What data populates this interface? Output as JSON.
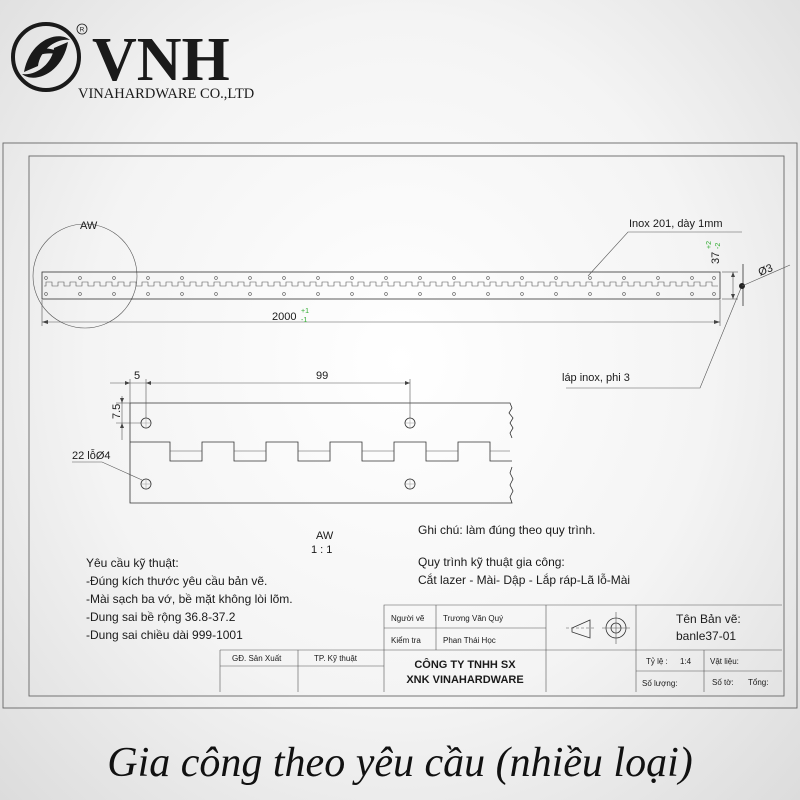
{
  "brand": {
    "logo_mark": "VNH",
    "registered": "R",
    "name": "VNH",
    "subtitle": "VINAHARDWARE CO.,LTD"
  },
  "drawing": {
    "detail_label": "AW",
    "material_note": "Inox 201, dày 1mm",
    "dim_height": "37",
    "dim_height_tol_plus": "+2",
    "dim_height_tol_minus": "-2",
    "dim_diameter": "Ø3",
    "dim_length": "2000",
    "dim_length_tol_plus": "+1",
    "dim_length_tol_minus": "-1",
    "pin_note": "láp inox, phi 3",
    "detail_dim_5": "5",
    "detail_dim_99": "99",
    "detail_dim_75": "7.5",
    "holes_note": "22 lỗØ4",
    "scale_label": "AW",
    "scale_value": "1 : 1"
  },
  "notes": {
    "general": "Ghi chú: làm đúng theo quy trình.",
    "process_title": "Quy trình kỹ thuật gia công:",
    "process_steps": "Cắt lazer - Mài- Dập - Lắp ráp-Lã lỗ-Mài",
    "requirements_title": "Yêu cầu kỹ thuật:",
    "requirements": [
      "-Đúng kích thước yêu cầu bản vẽ.",
      "-Mài sạch ba vớ, bề mặt không lòi lõm.",
      "-Dung sai bề rộng 36.8-37.2",
      "-Dung sai chiều dài 999-1001"
    ]
  },
  "title_block": {
    "drawn_by_label": "Người vẽ",
    "drawn_by": "Trương Văn Quý",
    "checked_by_label": "Kiểm tra",
    "checked_by": "Phan Thái Học",
    "production_label": "GĐ. Sản Xuất",
    "technical_label": "TP. Kỹ thuật",
    "company_line1": "CÔNG TY TNHH SX",
    "company_line2": "XNK VINAHARDWARE",
    "drawing_name_label": "Tên Bản vẽ:",
    "drawing_name": "banle37-01",
    "scale_label": "Tỷ lệ :",
    "scale": "1:4",
    "material_label": "Vật liệu:",
    "quantity_label": "Số lượng:",
    "sheet_label": "Số tờ:",
    "total_label": "Tổng:"
  },
  "caption": "Gia công theo yêu cầu (nhiều loại)"
}
